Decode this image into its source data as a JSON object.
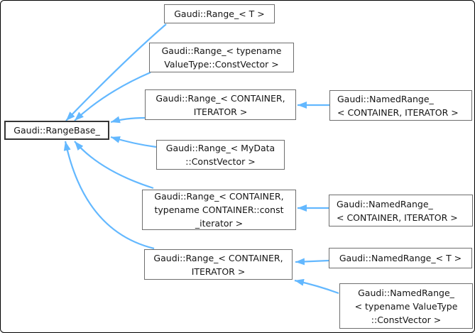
{
  "diagram": {
    "type": "class-inheritance-graph",
    "arrow_color": "#63b8ff",
    "node_border_color": "#6e6e6e",
    "base_node_border_color": "#353535",
    "nodes": {
      "base": {
        "label": "Gaudi::RangeBase_"
      },
      "range_t": {
        "label": "Gaudi::Range_< T >"
      },
      "range_valuetype": {
        "label": "Gaudi::Range_< typename\nValueType::ConstVector >"
      },
      "range_container_1": {
        "label": "Gaudi::Range_< CONTAINER,\nITERATOR >"
      },
      "range_mydata": {
        "label": "Gaudi::Range_< MyData\n::ConstVector >"
      },
      "range_const_iterator": {
        "label": "Gaudi::Range_< CONTAINER,\ntypename CONTAINER::const\n_iterator >"
      },
      "range_container_2": {
        "label": "Gaudi::Range_< CONTAINER,\nITERATOR >"
      },
      "named_container_1": {
        "label": "Gaudi::NamedRange_\n< CONTAINER, ITERATOR >"
      },
      "named_container_2": {
        "label": "Gaudi::NamedRange_\n< CONTAINER, ITERATOR >"
      },
      "named_t": {
        "label": "Gaudi::NamedRange_< T >"
      },
      "named_valuetype": {
        "label": "Gaudi::NamedRange_\n< typename ValueType\n::ConstVector >"
      }
    },
    "edges": [
      {
        "from": "range_t",
        "to": "base"
      },
      {
        "from": "range_valuetype",
        "to": "base"
      },
      {
        "from": "range_container_1",
        "to": "base"
      },
      {
        "from": "range_mydata",
        "to": "base"
      },
      {
        "from": "range_const_iterator",
        "to": "base"
      },
      {
        "from": "range_container_2",
        "to": "base"
      },
      {
        "from": "named_container_1",
        "to": "range_container_1"
      },
      {
        "from": "named_container_2",
        "to": "range_const_iterator"
      },
      {
        "from": "named_t",
        "to": "range_container_2"
      },
      {
        "from": "named_valuetype",
        "to": "range_container_2"
      }
    ]
  }
}
